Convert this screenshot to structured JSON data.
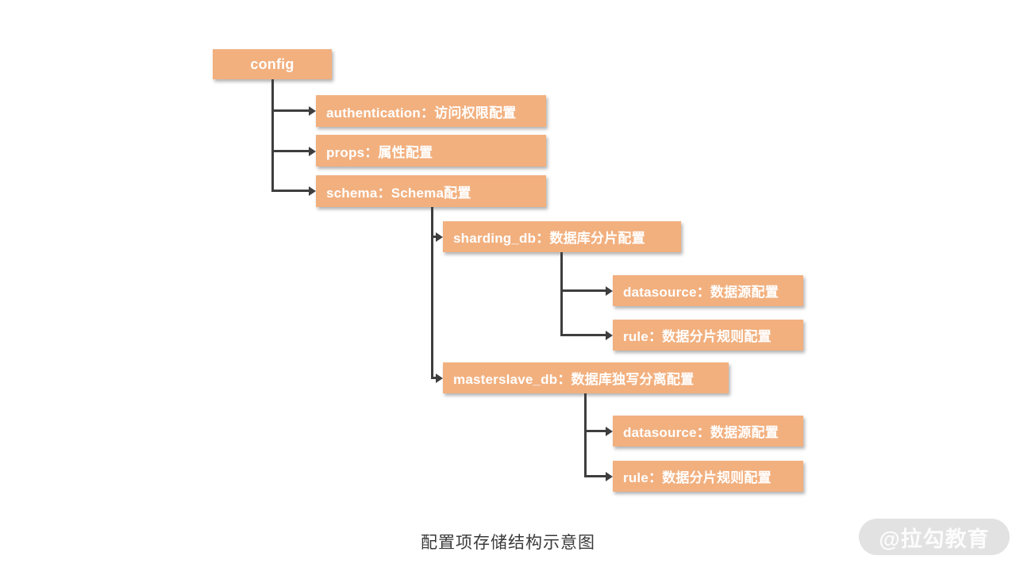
{
  "diagram": {
    "title": "配置项存储结构示意图",
    "watermark": "@拉勾教育",
    "colors": {
      "node_fill": "#F2B07F",
      "node_text": "#FFFFFF",
      "connector": "#3E3E3E",
      "title_text": "#3A3A3A",
      "watermark_bg": "#E2E2E2",
      "watermark_text": "#FCFCFC"
    },
    "nodes": [
      {
        "id": "config",
        "label": "config"
      },
      {
        "id": "authentication",
        "label": "authentication：访问权限配置"
      },
      {
        "id": "props",
        "label": "props：属性配置"
      },
      {
        "id": "schema",
        "label": "schema：Schema配置"
      },
      {
        "id": "sharding-db",
        "label": "sharding_db：数据库分片配置"
      },
      {
        "id": "sharding-datasource",
        "label": "datasource：数据源配置"
      },
      {
        "id": "sharding-rule",
        "label": "rule：数据分片规则配置"
      },
      {
        "id": "masterslave-db",
        "label": "masterslave_db：数据库独写分离配置"
      },
      {
        "id": "masterslave-datasource",
        "label": "datasource：数据源配置"
      },
      {
        "id": "masterslave-rule",
        "label": "rule：数据分片规则配置"
      }
    ]
  }
}
